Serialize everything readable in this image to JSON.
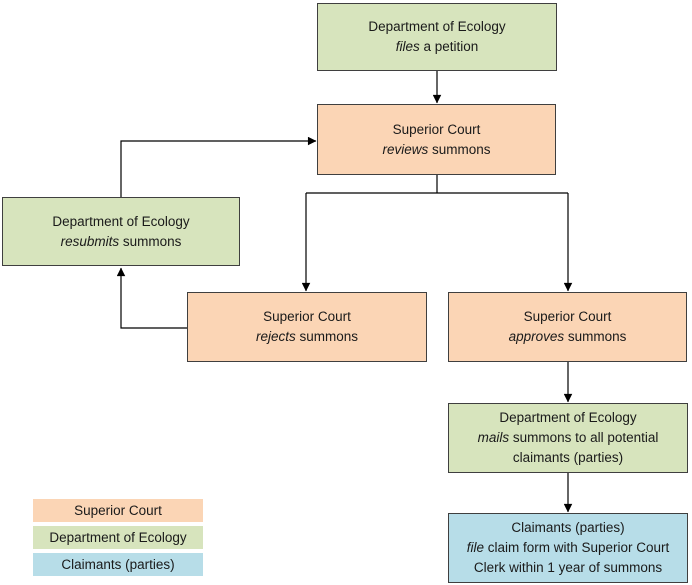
{
  "colors": {
    "superior_court_fill": "#FBD5B5",
    "ecology_fill": "#D7E4BD",
    "claimants_fill": "#B7DDE8",
    "box_border": "#3F3F3F",
    "arrow": "#000000",
    "text": "#1A1A1A",
    "background": "#FFFFFF"
  },
  "nodes": {
    "petition": {
      "line1": "Department of Ecology",
      "action": "files",
      "after": " a petition"
    },
    "reviews": {
      "line1": "Superior Court",
      "action": "reviews",
      "after": " summons"
    },
    "resubmits": {
      "line1": "Department of Ecology",
      "action": "resubmits",
      "after": " summons"
    },
    "rejects": {
      "line1": "Superior Court",
      "action": "rejects",
      "after": " summons"
    },
    "approves": {
      "line1": "Superior Court",
      "action": "approves",
      "after": " summons"
    },
    "mails": {
      "line1": "Department of Ecology",
      "action": "mails",
      "after": " summons to all potential",
      "line3": "claimants (parties)"
    },
    "claims": {
      "line1": "Claimants (parties)",
      "action": "file",
      "after": " claim form with Superior Court",
      "line3": "Clerk within 1 year of summons"
    }
  },
  "legend": {
    "items": [
      {
        "label": "Superior Court",
        "color": "#FBD5B5"
      },
      {
        "label": "Department of Ecology",
        "color": "#D7E4BD"
      },
      {
        "label": "Claimants (parties)",
        "color": "#B7DDE8"
      }
    ]
  }
}
